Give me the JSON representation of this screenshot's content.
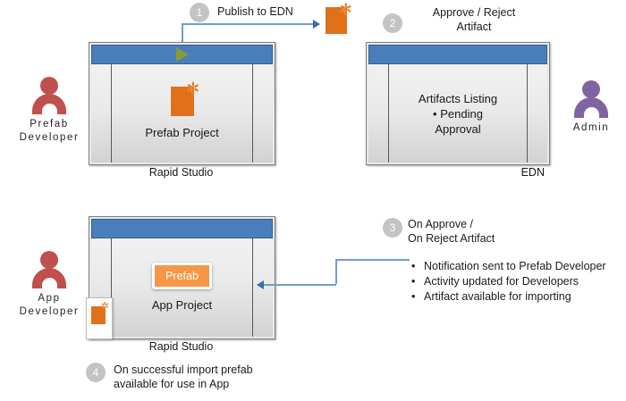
{
  "actors": [
    {
      "id": "prefab-developer",
      "label": "Prefab\nDeveloper",
      "line1": "Prefab",
      "line2": "Developer",
      "color": "#c0504d"
    },
    {
      "id": "admin",
      "label": "Admin",
      "line1": "Admin",
      "line2": "",
      "color": "#8064a2"
    },
    {
      "id": "app-developer",
      "label": "App\nDeveloper",
      "line1": "App",
      "line2": "Developer",
      "color": "#c0504d"
    }
  ],
  "windows": [
    {
      "id": "prefab-project-window",
      "caption": "Rapid Studio",
      "content_title": "Prefab Project",
      "has_play_button": true,
      "icon": "artifact-doc-icon",
      "titlebar_color": "#4a7ebb"
    },
    {
      "id": "edn-window",
      "caption": "EDN",
      "content_title": "Artifacts Listing",
      "bullets": [
        "Pending",
        "Approval"
      ],
      "has_play_button": false,
      "titlebar_color": "#4a7ebb"
    },
    {
      "id": "app-project-window",
      "caption": "Rapid Studio",
      "content_title": "App  Project",
      "badge_label": "Prefab",
      "badge_color": "#f79646",
      "icon": "artifact-doc-icon",
      "has_play_button": false,
      "titlebar_color": "#4a7ebb"
    }
  ],
  "steps": [
    {
      "number": "1",
      "text": "Publish to EDN",
      "lines": [
        "Publish to EDN"
      ]
    },
    {
      "number": "2",
      "text": "Approve / Reject Artifact",
      "lines": [
        "Approve / Reject",
        "Artifact"
      ]
    },
    {
      "number": "3",
      "text": "On Approve / On Reject Artifact",
      "lines": [
        "On Approve /",
        "On Reject Artifact"
      ]
    },
    {
      "number": "4",
      "text": "On successful import prefab available for use in App",
      "lines": [
        "On successful import prefab",
        "available for use in App"
      ]
    }
  ],
  "outcome_bullets": [
    "Notification sent to Prefab Developer",
    "Activity updated for Developers",
    "Artifact available for importing"
  ],
  "colors": {
    "titlebar_blue": "#4a7ebb",
    "connector_blue": "#6f9cd0",
    "arrowhead_blue": "#3b6ea5",
    "artifact_orange": "#e0701a",
    "prefab_orange": "#f79646",
    "badge_gray": "#c4c4c4",
    "actor_red": "#c0504d",
    "actor_purple": "#8064a2",
    "play_green": "#8a9a36"
  }
}
